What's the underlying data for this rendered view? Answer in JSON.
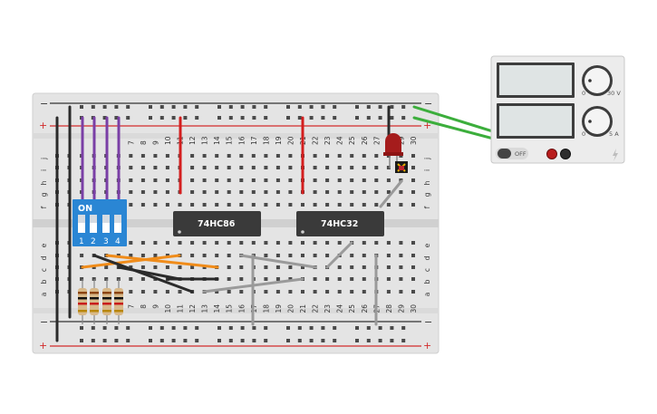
{
  "breadboard": {
    "rows_top": [
      "j",
      "i",
      "h",
      "g",
      "f"
    ],
    "rows_bottom": [
      "e",
      "d",
      "c",
      "b",
      "a"
    ],
    "columns": [
      "7",
      "8",
      "9",
      "10",
      "11",
      "12",
      "13",
      "14",
      "15",
      "16",
      "17",
      "18",
      "19",
      "20",
      "21",
      "22",
      "23",
      "24",
      "25",
      "26",
      "27",
      "28",
      "29",
      "30"
    ],
    "rail_minus": "−",
    "rail_plus": "+"
  },
  "dip_switch": {
    "on_label": "ON",
    "switch_labels": [
      "1",
      "2",
      "3",
      "4"
    ]
  },
  "chips": [
    {
      "label": "74HC86"
    },
    {
      "label": "74HC32"
    }
  ],
  "power_supply": {
    "off_label": "OFF",
    "knob1_label": "0",
    "knob1_max": "30 V",
    "knob2_label": "0",
    "knob2_max": "5 A"
  },
  "colors": {
    "board": "#e6e6e6",
    "rail_red": "#d22a2a",
    "rail_dark": "#333333",
    "dip_blue": "#2a86d4",
    "chip": "#3a3a3a",
    "wire_purple": "#7a3fa6",
    "wire_red": "#d31e1e",
    "wire_green": "#3cae3c",
    "wire_gray": "#9a9a9a",
    "wire_orange": "#f08c1a",
    "wire_black": "#2b2b2b",
    "led": "#a51c1c"
  }
}
